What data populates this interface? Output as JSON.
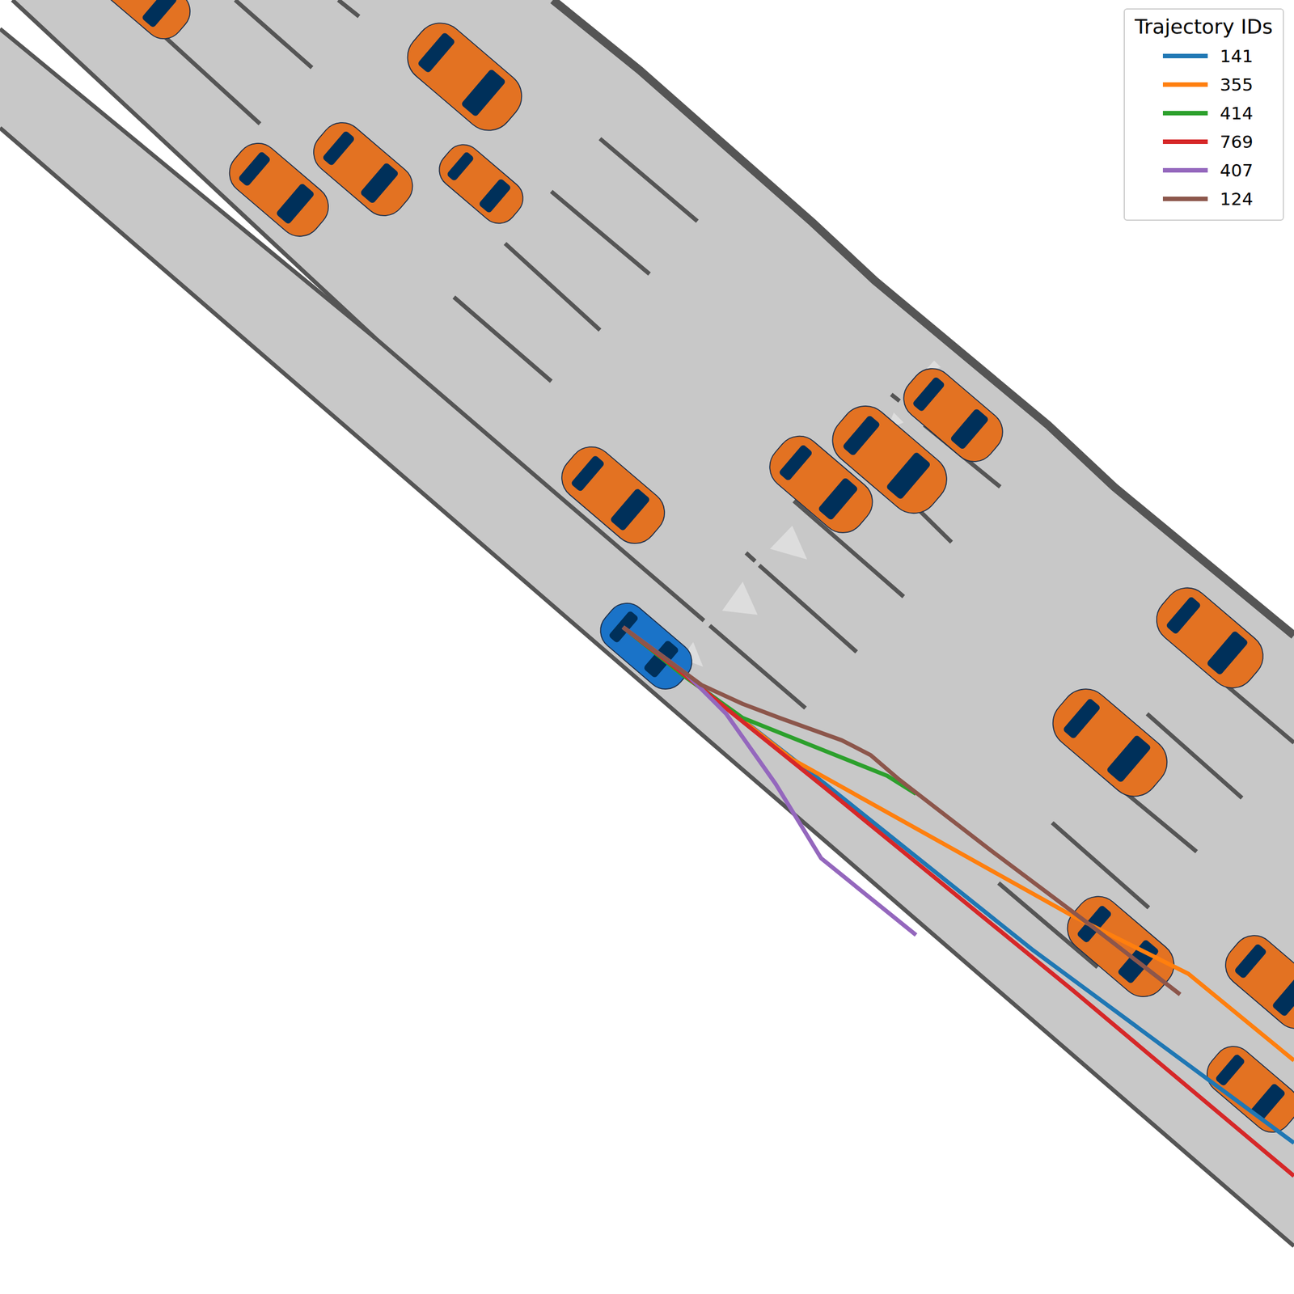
{
  "diagram": {
    "labels": [
      "Trajectory IDs"
    ],
    "legend": [
      {
        "text": "141"
      },
      {
        "text": "355"
      },
      {
        "text": "414"
      },
      {
        "text": "769"
      },
      {
        "text": "407"
      },
      {
        "text": "124"
      }
    ]
  }
}
